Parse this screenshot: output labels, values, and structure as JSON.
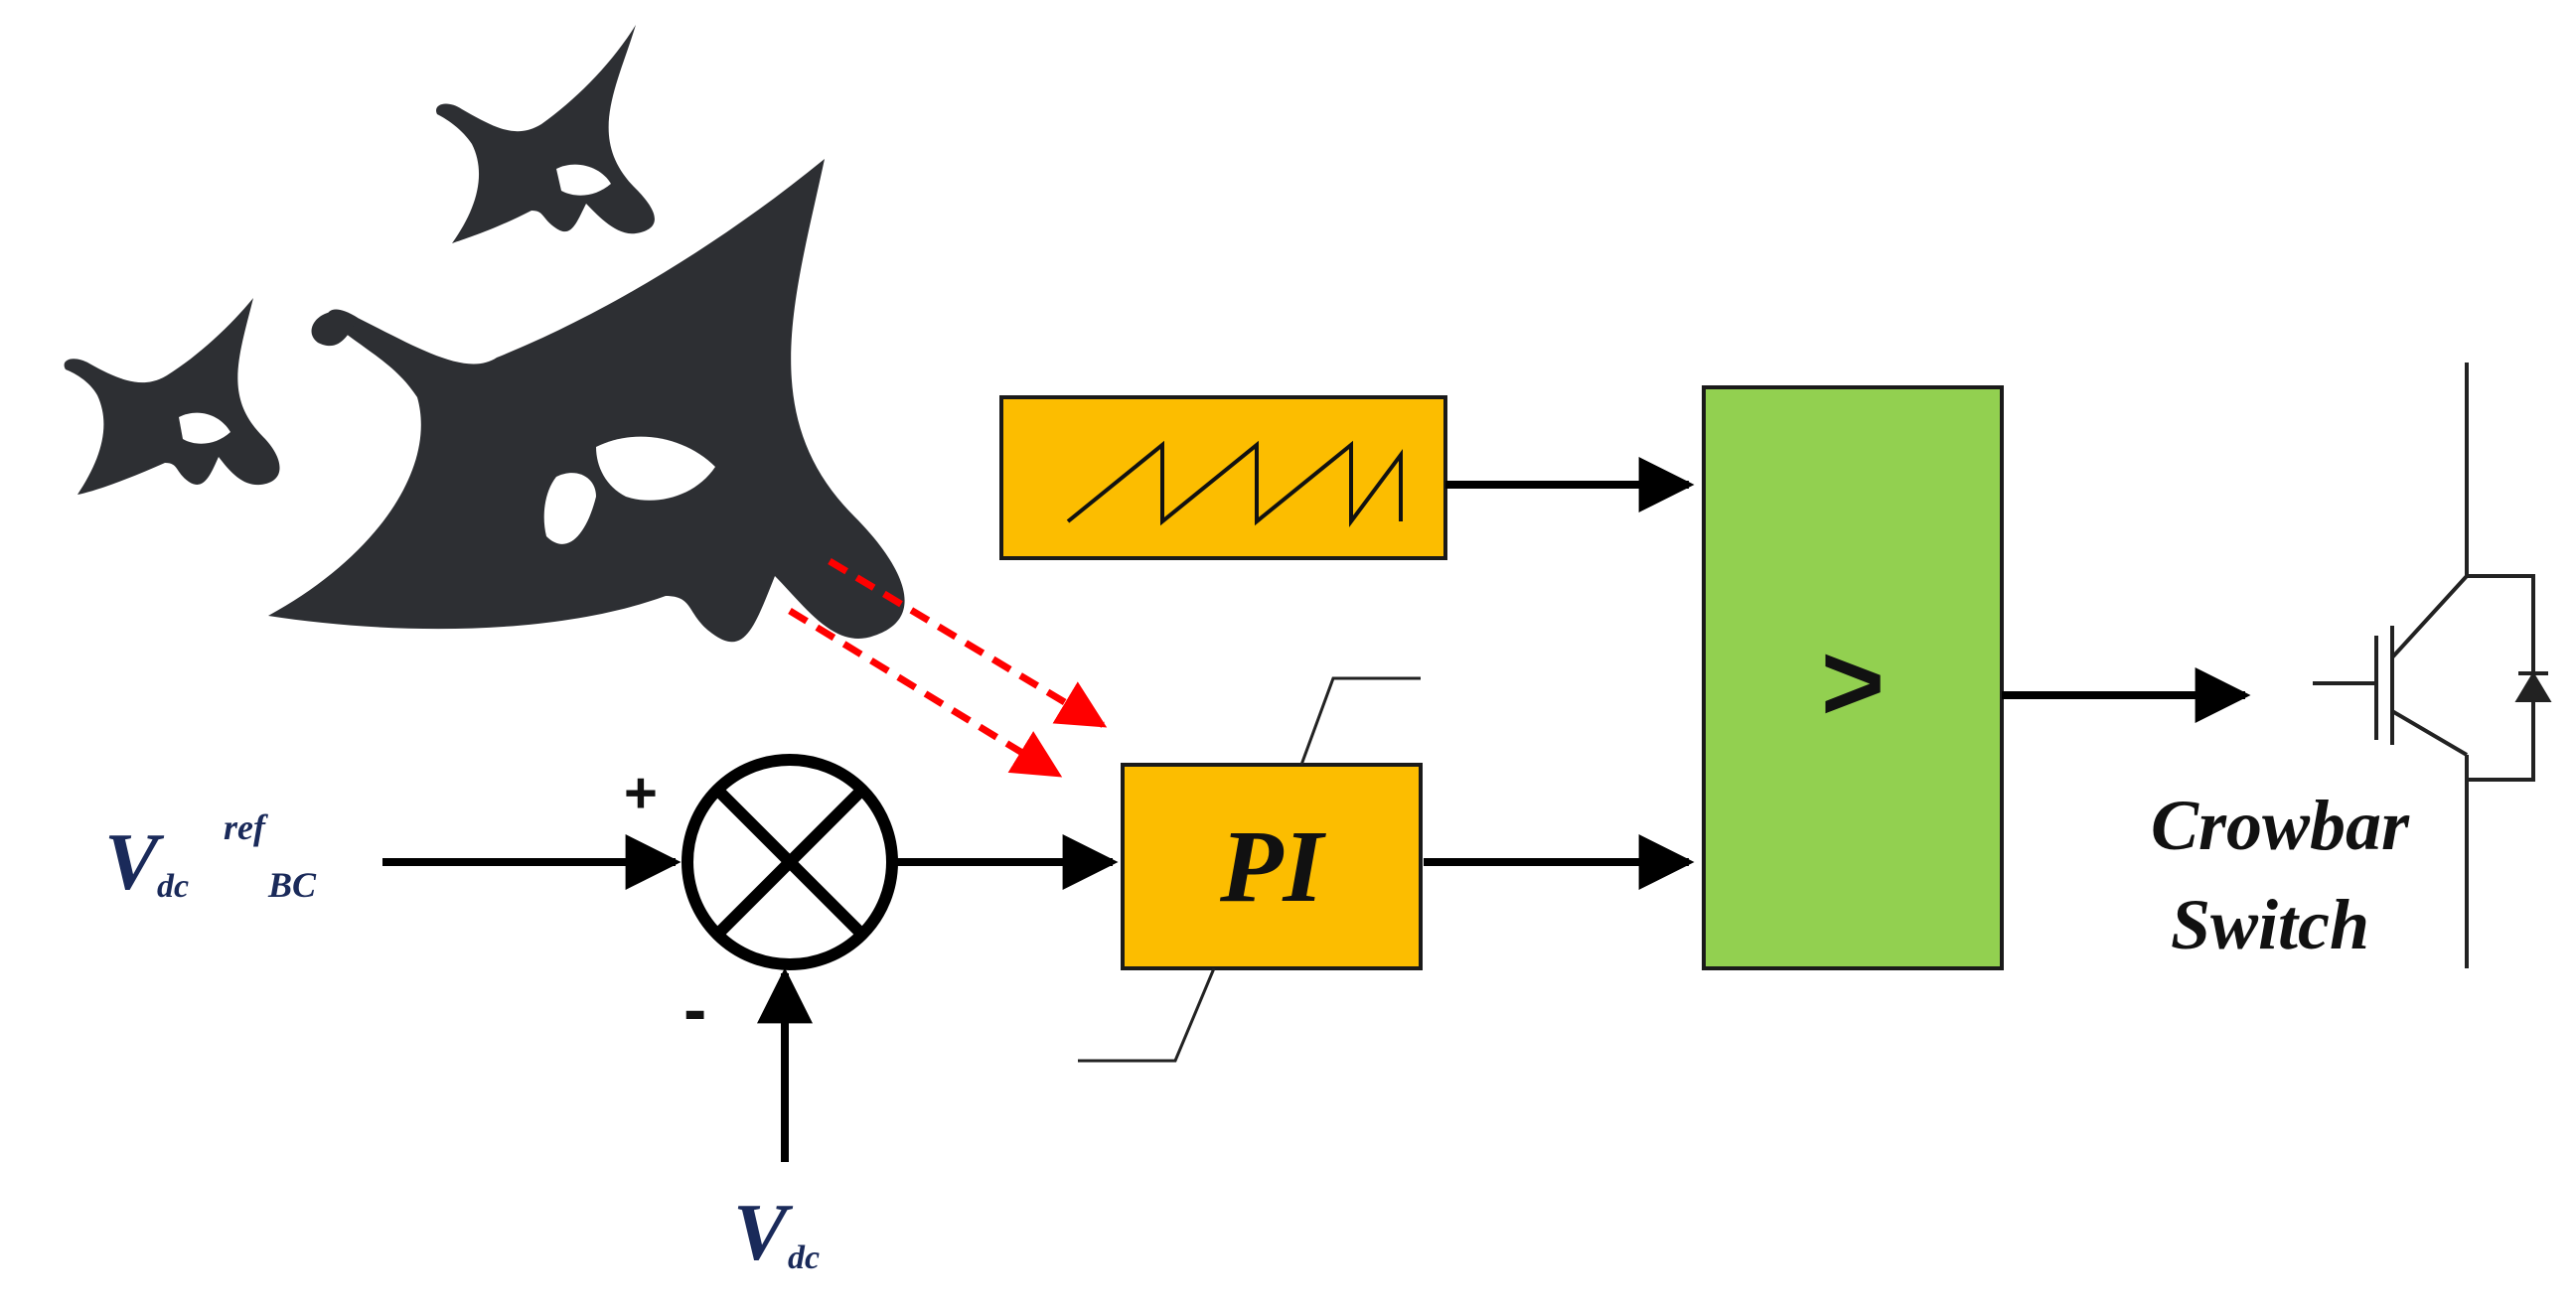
{
  "diagram": {
    "input_ref": {
      "main": "V",
      "sub": "dc",
      "sup": "ref",
      "sub2": "BC"
    },
    "input_meas": {
      "main": "V",
      "sub": "dc"
    },
    "plus_sign": "+",
    "minus_sign": "-",
    "pi_block": {
      "label": "PI",
      "color": "#fcbd00"
    },
    "carrier_block": {
      "icon": "sawtooth-wave-icon",
      "color": "#fcbd00"
    },
    "comparator_block": {
      "label": ">",
      "color": "#92d050"
    },
    "output": {
      "line1": "Crowbar",
      "line2": "Switch",
      "icon": "igbt-diode-switch-icon"
    },
    "optimizer": {
      "icon": "manta-ray-icon",
      "count": 3,
      "arrow_color": "#ff0000"
    }
  }
}
